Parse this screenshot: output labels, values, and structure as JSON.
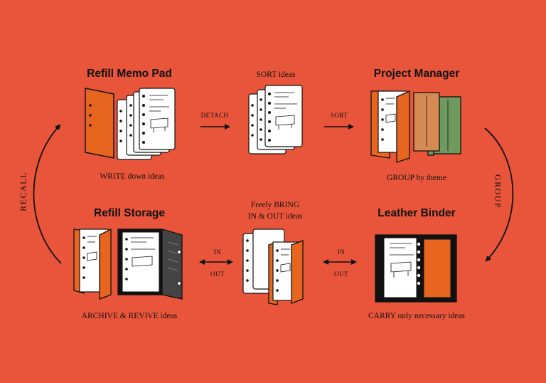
{
  "stages": {
    "refill_memo_pad": {
      "title": "Refill Memo Pad",
      "caption": "WRITE down ideas"
    },
    "sort": {
      "caption": "SORT ideas"
    },
    "project_manager": {
      "title": "Project Manager",
      "caption": "GROUP by theme"
    },
    "leather_binder": {
      "title": "Leather Binder",
      "caption": "CARRY only necessary ideas"
    },
    "bring": {
      "caption_line1": "Freely BRING",
      "caption_line2": "IN & OUT ideas"
    },
    "refill_storage": {
      "title": "Refill Storage",
      "caption": "ARCHIVE & REVIVE ideas"
    }
  },
  "arrows": {
    "detach": "DETACH",
    "sort": "SORT",
    "in_right": "IN",
    "out_right": "OUT",
    "in_left": "IN",
    "out_left": "OUT",
    "group": "GROUP",
    "recall": "RECALL"
  },
  "colors": {
    "background": "#e8553a",
    "orange": "#e8651f",
    "tan": "#d48a52",
    "green": "#6f9a5e",
    "black": "#111111"
  }
}
